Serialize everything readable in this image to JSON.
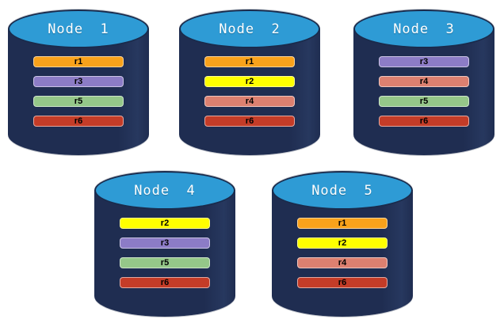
{
  "diagram": {
    "type": "database-replica-distribution",
    "node_count": 5
  },
  "colors": {
    "cylinder_body": "#1f2d51",
    "cylinder_top": "#2e9bd5",
    "cylinder_outline": "#1a2b4c",
    "bar_text": "#000000",
    "title_text": "#ffffff",
    "replicas": {
      "r1": "#f9a21b",
      "r2": "#ffff00",
      "r3": "#8c7cc6",
      "r4": "#dc8070",
      "r5": "#95c789",
      "r6": "#c43c28"
    }
  },
  "nodes": [
    {
      "title": "Node 1",
      "replicas": [
        "r1",
        "r3",
        "r5",
        "r6"
      ]
    },
    {
      "title": "Node 2",
      "replicas": [
        "r1",
        "r2",
        "r4",
        "r6"
      ]
    },
    {
      "title": "Node 3",
      "replicas": [
        "r3",
        "r4",
        "r5",
        "r6"
      ]
    },
    {
      "title": "Node 4",
      "replicas": [
        "r2",
        "r3",
        "r5",
        "r6"
      ]
    },
    {
      "title": "Node 5",
      "replicas": [
        "r1",
        "r2",
        "r4",
        "r6"
      ]
    }
  ]
}
